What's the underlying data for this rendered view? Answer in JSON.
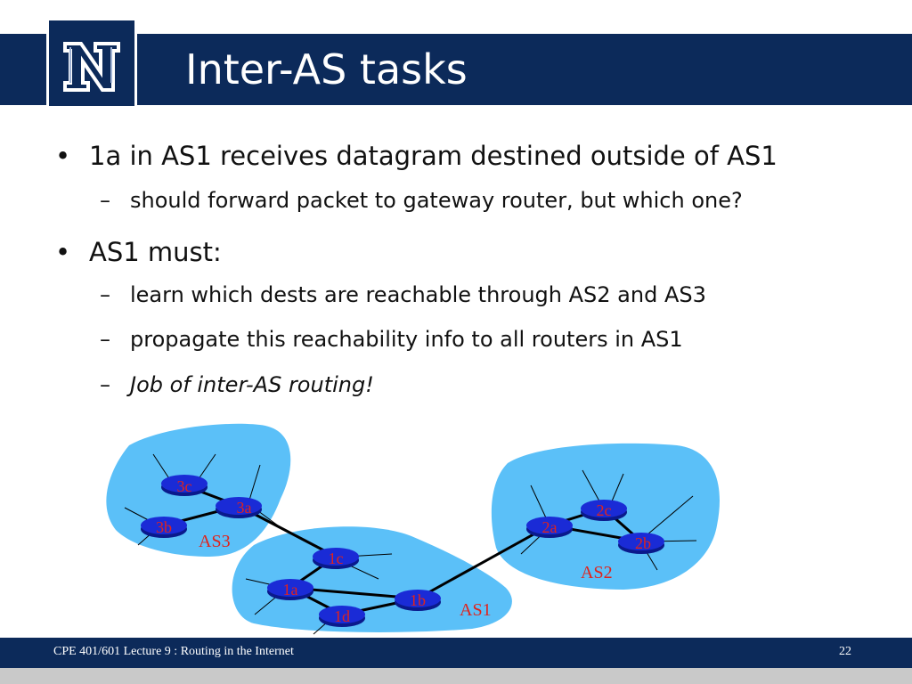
{
  "slide": {
    "title": "Inter-AS tasks",
    "logo_letter": "N"
  },
  "bullets": [
    {
      "level": 1,
      "text": "1a in AS1 receives datagram destined outside of AS1"
    },
    {
      "level": 2,
      "text": "should forward packet to gateway router, but which one?"
    },
    {
      "level": 1,
      "text": "AS1 must:"
    },
    {
      "level": 2,
      "text": "learn which dests are reachable through AS2 and AS3"
    },
    {
      "level": 2,
      "text": "propagate this reachability info to all routers in AS1"
    },
    {
      "level": 2,
      "text": "Job of inter-AS routing!",
      "italic": true
    }
  ],
  "diagram": {
    "colors": {
      "cloud": "#5bc0f8",
      "router_fill": "#1a2bd6",
      "router_text": "#e0231c",
      "link": "#000000"
    },
    "routers": [
      "3c",
      "3a",
      "3b",
      "1c",
      "1a",
      "1d",
      "1b",
      "2a",
      "2c",
      "2b"
    ],
    "as_labels": [
      "AS3",
      "AS1",
      "AS2"
    ],
    "links": [
      [
        "3c",
        "3a"
      ],
      [
        "3b",
        "3a"
      ],
      [
        "3a",
        "1c"
      ],
      [
        "1c",
        "1a"
      ],
      [
        "1a",
        "1d"
      ],
      [
        "1a",
        "1b"
      ],
      [
        "1d",
        "1b"
      ],
      [
        "1b",
        "2a"
      ],
      [
        "2a",
        "2c"
      ],
      [
        "2a",
        "2b"
      ],
      [
        "2c",
        "2b"
      ]
    ]
  },
  "footer": {
    "text": "CPE 401/601 Lecture 9 : Routing in the Internet",
    "page": "22"
  }
}
